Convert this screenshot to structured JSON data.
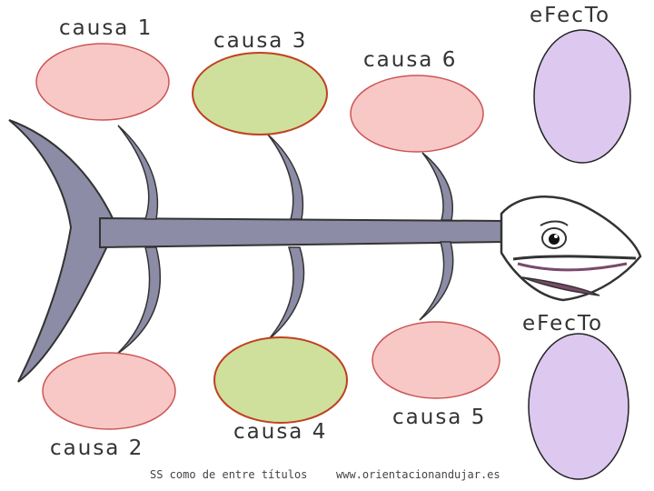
{
  "diagram": {
    "causes": [
      {
        "label": "causa 1",
        "color": "#f7c8c6"
      },
      {
        "label": "causa 2",
        "color": "#f7c8c6"
      },
      {
        "label": "causa 3",
        "color": "#cfe09c"
      },
      {
        "label": "causa 4",
        "color": "#cfe09c"
      },
      {
        "label": "causa 5",
        "color": "#f7c8c6"
      },
      {
        "label": "causa 6",
        "color": "#f7c8c6"
      }
    ],
    "effects": [
      {
        "label": "eFecTo",
        "color": "#ddc8f0"
      },
      {
        "label": "eFecTo",
        "color": "#ddc8f0"
      }
    ],
    "bone_color": "#8c8ca6",
    "footer": {
      "left": "SS como de entre títulos",
      "right": "www.orientacionandujar.es"
    }
  }
}
